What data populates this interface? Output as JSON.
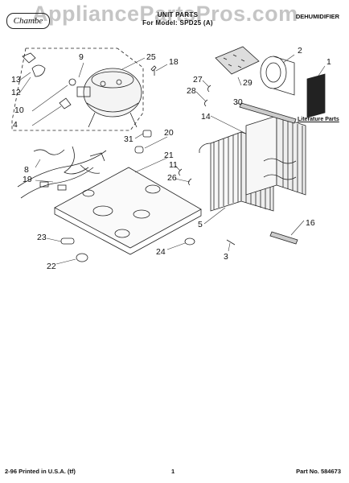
{
  "header": {
    "brand": "Chambe",
    "title_line1": "UNIT PARTS",
    "title_line2": "For Model: SPD25 (A)",
    "category": "DEHUMIDIFIER",
    "watermark": "AppliancePartsPros.com"
  },
  "literature_label": "Literature Parts",
  "callouts": [
    "1",
    "2",
    "3",
    "4",
    "5",
    "8",
    "9",
    "10",
    "11",
    "12",
    "13",
    "14",
    "16",
    "18",
    "19",
    "20",
    "21",
    "22",
    "23",
    "24",
    "25",
    "26",
    "27",
    "28",
    "29",
    "30",
    "31"
  ],
  "footer": {
    "printed": "2-96 Printed in U.S.A. (tf)",
    "page": "1",
    "part_no": "Part No. 584673"
  }
}
